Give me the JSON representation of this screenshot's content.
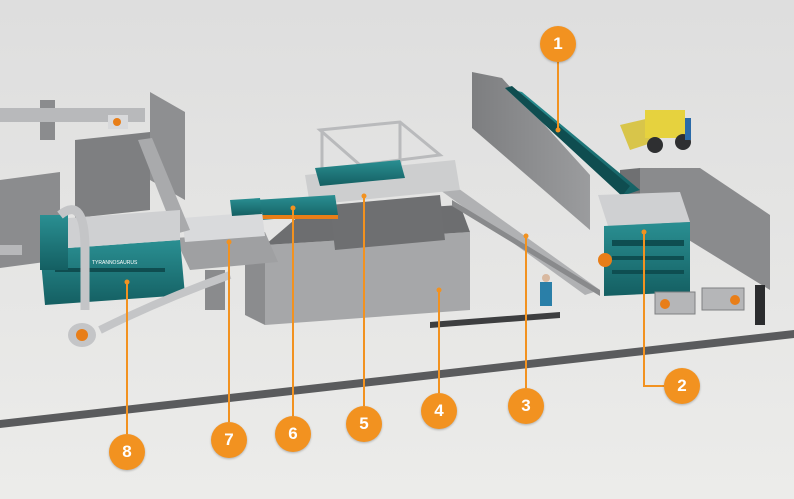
{
  "colors": {
    "callout": "#f29220",
    "machine_teal": "#1d7c80",
    "wall_grey": "#8c8d8f",
    "floor": "#e9e9e7"
  },
  "callouts": [
    {
      "id": "1",
      "label": "1"
    },
    {
      "id": "2",
      "label": "2"
    },
    {
      "id": "3",
      "label": "3"
    },
    {
      "id": "4",
      "label": "4"
    },
    {
      "id": "5",
      "label": "5"
    },
    {
      "id": "6",
      "label": "6"
    },
    {
      "id": "7",
      "label": "7"
    },
    {
      "id": "8",
      "label": "8"
    }
  ],
  "machine_label": "TYRANNOSAURUS"
}
